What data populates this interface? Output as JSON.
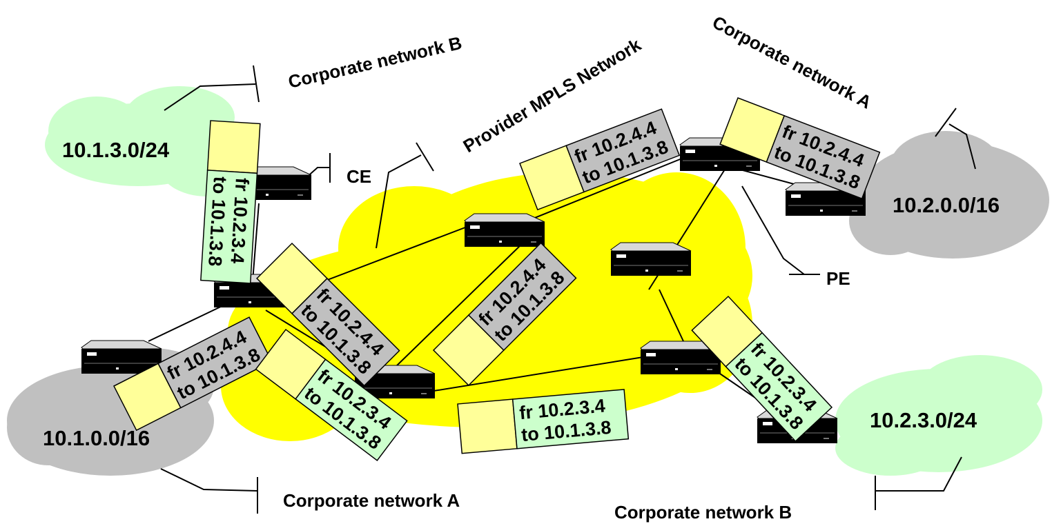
{
  "labels": {
    "corp_b_top": "Corporate network B",
    "provider": "Provider MPLS Network",
    "corp_a_top": "Corporate network A",
    "ce": "CE",
    "pe": "PE",
    "corp_a_bottom": "Corporate network A",
    "corp_b_bottom": "Corporate network B"
  },
  "subnets": {
    "s1": "10.1.3.0/24",
    "s2": "10.2.0.0/16",
    "s3": "10.1.0.0/16",
    "s4": "10.2.3.0/24"
  },
  "packets": {
    "p1": {
      "fr": "fr 10.2.3.4",
      "to": "to 10.1.3.8"
    },
    "p2": {
      "fr": "fr 10.2.4.4",
      "to": "to 10.1.3.8"
    },
    "p3": {
      "fr": "fr 10.2.4.4",
      "to": "to 10.1.3.8"
    },
    "p4": {
      "fr": "fr 10.2.4.4",
      "to": "to 10.1.3.8"
    },
    "p5": {
      "fr": "fr 10.2.4.4",
      "to": "to 10.1.3.8"
    },
    "p6": {
      "fr": "fr 10.2.4.4",
      "to": "to 10.1.3.8"
    },
    "p7": {
      "fr": "fr 10.2.3.4",
      "to": "to 10.1.3.8"
    },
    "p8": {
      "fr": "fr 10.2.3.4",
      "to": "to 10.1.3.8"
    },
    "p9": {
      "fr": "fr 10.2.3.4",
      "to": "to 10.1.3.8"
    }
  },
  "colors": {
    "provider_cloud": "#ffff00",
    "corp_b_cloud": "#ccffcc",
    "corp_a_cloud": "#c0c0c0",
    "packet_payload": "#ffff99",
    "packet_header_grey": "#c0c0c0",
    "packet_header_green": "#ccffcc"
  }
}
